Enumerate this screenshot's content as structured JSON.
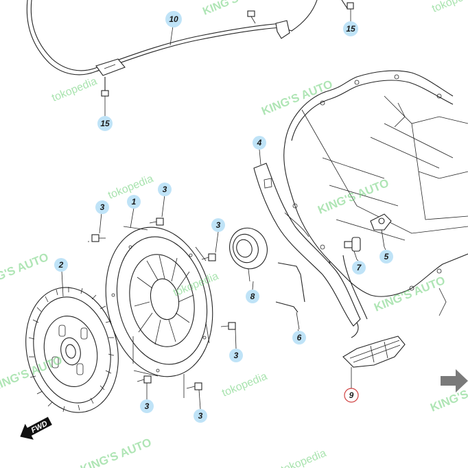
{
  "callouts": [
    {
      "id": "part-1",
      "label": "1"
    },
    {
      "id": "part-2",
      "label": "2"
    },
    {
      "id": "part-3a",
      "label": "3"
    },
    {
      "id": "part-3b",
      "label": "3"
    },
    {
      "id": "part-3c",
      "label": "3"
    },
    {
      "id": "part-3d",
      "label": "3"
    },
    {
      "id": "part-3e",
      "label": "3"
    },
    {
      "id": "part-3f",
      "label": "3"
    },
    {
      "id": "part-4",
      "label": "4"
    },
    {
      "id": "part-5",
      "label": "5"
    },
    {
      "id": "part-6",
      "label": "6"
    },
    {
      "id": "part-7",
      "label": "7"
    },
    {
      "id": "part-8",
      "label": "8"
    },
    {
      "id": "part-9",
      "label": "9"
    },
    {
      "id": "part-10",
      "label": "10"
    },
    {
      "id": "part-15a",
      "label": "15"
    },
    {
      "id": "part-15b",
      "label": "15"
    }
  ],
  "fwd_label": "FWD",
  "watermarks": {
    "kings": "KING'S AUTO",
    "tokopedia": "tokopedia"
  },
  "colors": {
    "callout_fill": "#bfe3f7",
    "callout_highlight": "#d04040",
    "watermark": "#6fd17a",
    "line": "#222222"
  }
}
